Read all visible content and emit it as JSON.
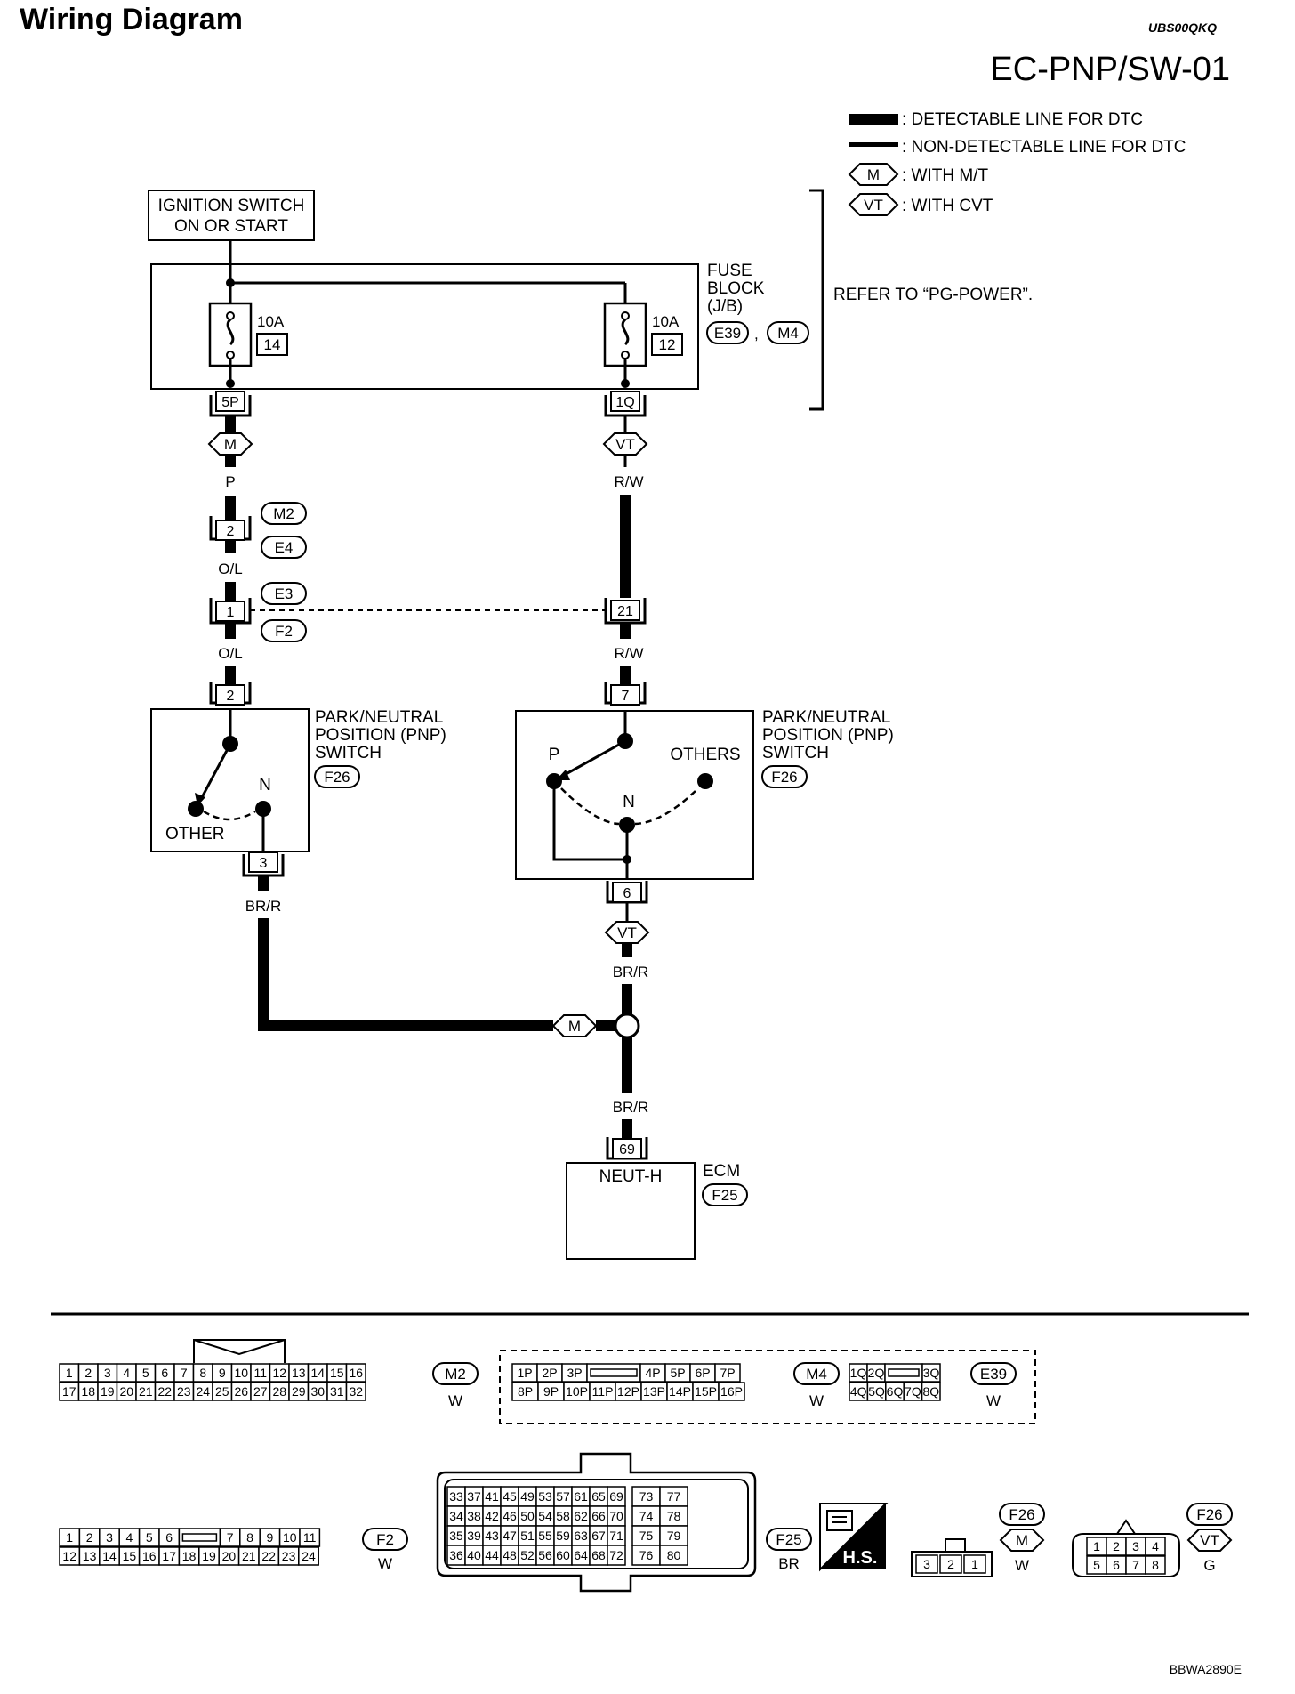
{
  "header": {
    "title": "Wiring Diagram",
    "doc_code": "UBS00QKQ",
    "page_code": "EC-PNP/SW-01",
    "figure_code": "BBWA2890E"
  },
  "legend": {
    "detectable": ": DETECTABLE LINE FOR DTC",
    "non_detectable": ": NON-DETECTABLE LINE FOR DTC",
    "mt_tag": "M",
    "mt_text": ": WITH M/T",
    "cvt_tag": "VT",
    "cvt_text": ": WITH CVT"
  },
  "ignition": {
    "line1": "IGNITION SWITCH",
    "line2": "ON OR START"
  },
  "fuse_block": {
    "label1": "FUSE",
    "label2": "BLOCK",
    "label3": "(J/B)",
    "conn1": "E39",
    "comma": ",",
    "conn2": "M4",
    "refer": "REFER TO “PG-POWER”.",
    "fuse_left": {
      "amp": "10A",
      "num": "14",
      "pin": "5P"
    },
    "fuse_right": {
      "amp": "10A",
      "num": "12",
      "pin": "1Q"
    }
  },
  "left_path": {
    "tag": "M",
    "wire1": "P",
    "pin_a": "2",
    "conn_a1": "M2",
    "conn_a2": "E4",
    "wire2": "O/L",
    "pin_b": "1",
    "conn_b1": "E3",
    "conn_b2": "F2",
    "wire3": "O/L",
    "pin_c": "2",
    "pin_d": "3",
    "wire4": "BR/R"
  },
  "right_path": {
    "tag": "VT",
    "wire1": "R/W",
    "pin_b": "21",
    "wire2": "R/W",
    "pin_c": "7",
    "pin_d": "6",
    "tag2": "VT",
    "wire3": "BR/R",
    "junction_tag": "M",
    "wire4": "BR/R"
  },
  "pnp_left": {
    "title1": "PARK/NEUTRAL",
    "title2": "POSITION (PNP)",
    "title3": "SWITCH",
    "conn": "F26",
    "pos_n": "N",
    "pos_other": "OTHER"
  },
  "pnp_right": {
    "title1": "PARK/NEUTRAL",
    "title2": "POSITION (PNP)",
    "title3": "SWITCH",
    "conn": "F26",
    "pos_p": "P",
    "pos_others": "OTHERS",
    "pos_n": "N"
  },
  "ecm": {
    "pin": "69",
    "signal": "NEUT-H",
    "label": "ECM",
    "conn": "F25"
  },
  "connectors": {
    "m2": {
      "id": "M2",
      "color": "W",
      "row1": [
        "1",
        "2",
        "3",
        "4",
        "5",
        "6",
        "7",
        "8",
        "9",
        "10",
        "11",
        "12",
        "13",
        "14",
        "15",
        "16"
      ],
      "row2": [
        "17",
        "18",
        "19",
        "20",
        "21",
        "22",
        "23",
        "24",
        "25",
        "26",
        "27",
        "28",
        "29",
        "30",
        "31",
        "32"
      ]
    },
    "m4": {
      "id": "M4",
      "color": "W",
      "row1": [
        "1P",
        "2P",
        "3P",
        "",
        "4P",
        "5P",
        "6P",
        "7P"
      ],
      "row2": [
        "8P",
        "9P",
        "10P",
        "11P",
        "12P",
        "13P",
        "14P",
        "15P",
        "16P"
      ]
    },
    "e39": {
      "id": "E39",
      "color": "W",
      "row1": [
        "1Q",
        "2Q",
        "",
        "3Q"
      ],
      "row2": [
        "4Q",
        "5Q",
        "6Q",
        "7Q",
        "8Q"
      ]
    },
    "f2": {
      "id": "F2",
      "color": "W",
      "row1": [
        "1",
        "2",
        "3",
        "4",
        "5",
        "6",
        "",
        "7",
        "8",
        "9",
        "10",
        "11"
      ],
      "row2": [
        "12",
        "13",
        "14",
        "15",
        "16",
        "17",
        "18",
        "19",
        "20",
        "21",
        "22",
        "23",
        "24"
      ]
    },
    "f25": {
      "id": "F25",
      "color": "BR",
      "rows": [
        [
          "33",
          "37",
          "41",
          "45",
          "49",
          "53",
          "57",
          "61",
          "65",
          "69",
          "73",
          "77"
        ],
        [
          "34",
          "38",
          "42",
          "46",
          "50",
          "54",
          "58",
          "62",
          "66",
          "70",
          "74",
          "78"
        ],
        [
          "35",
          "39",
          "43",
          "47",
          "51",
          "55",
          "59",
          "63",
          "67",
          "71",
          "75",
          "79"
        ],
        [
          "36",
          "40",
          "44",
          "48",
          "52",
          "56",
          "60",
          "64",
          "68",
          "72",
          "76",
          "80"
        ]
      ]
    },
    "hs": {
      "text": "H.S."
    },
    "f26_mt": {
      "id": "F26",
      "tag": "M",
      "color": "W",
      "pins": [
        "3",
        "2",
        "1"
      ]
    },
    "f26_cvt": {
      "id": "F26",
      "tag": "VT",
      "color": "G",
      "row1": [
        "1",
        "2",
        "3",
        "4"
      ],
      "row2": [
        "5",
        "6",
        "7",
        "8"
      ]
    }
  }
}
